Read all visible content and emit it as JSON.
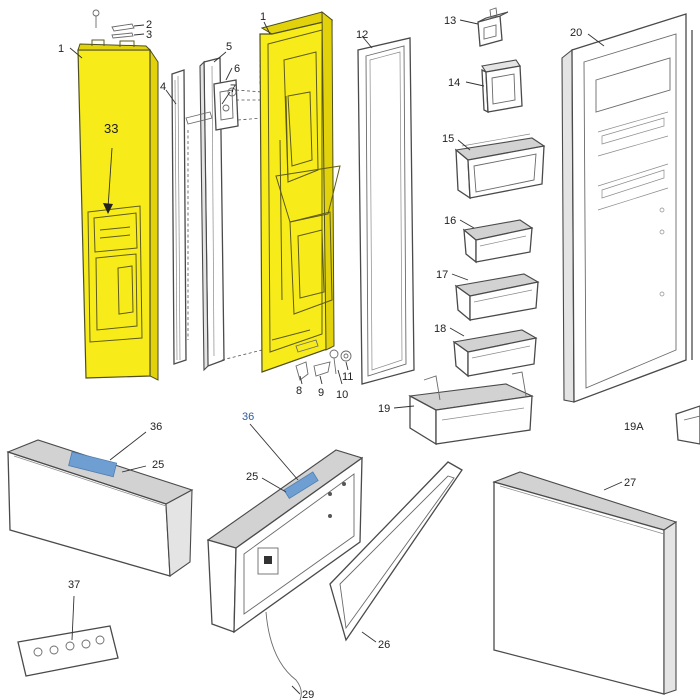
{
  "callouts": {
    "c1a": "1",
    "c1b": "1",
    "c2": "2",
    "c3": "3",
    "c4": "4",
    "c5": "5",
    "c6": "6",
    "c7": "7",
    "c8": "8",
    "c9": "9",
    "c10": "10",
    "c11": "11",
    "c12": "12",
    "c13": "13",
    "c14": "14",
    "c15": "15",
    "c16": "16",
    "c17": "17",
    "c18": "18",
    "c19": "19",
    "c19a": "19A",
    "c20": "20",
    "c25a": "25",
    "c25b": "25",
    "c26": "26",
    "c27": "27",
    "c29": "29",
    "c33": "33",
    "c36a": "36",
    "c36b": "36",
    "c37": "37"
  },
  "colors": {
    "highlight": "#f7ec1a",
    "tape": "#6f9fd2",
    "blue_label": "#2a5d9f",
    "line": "#4a4a4a"
  }
}
